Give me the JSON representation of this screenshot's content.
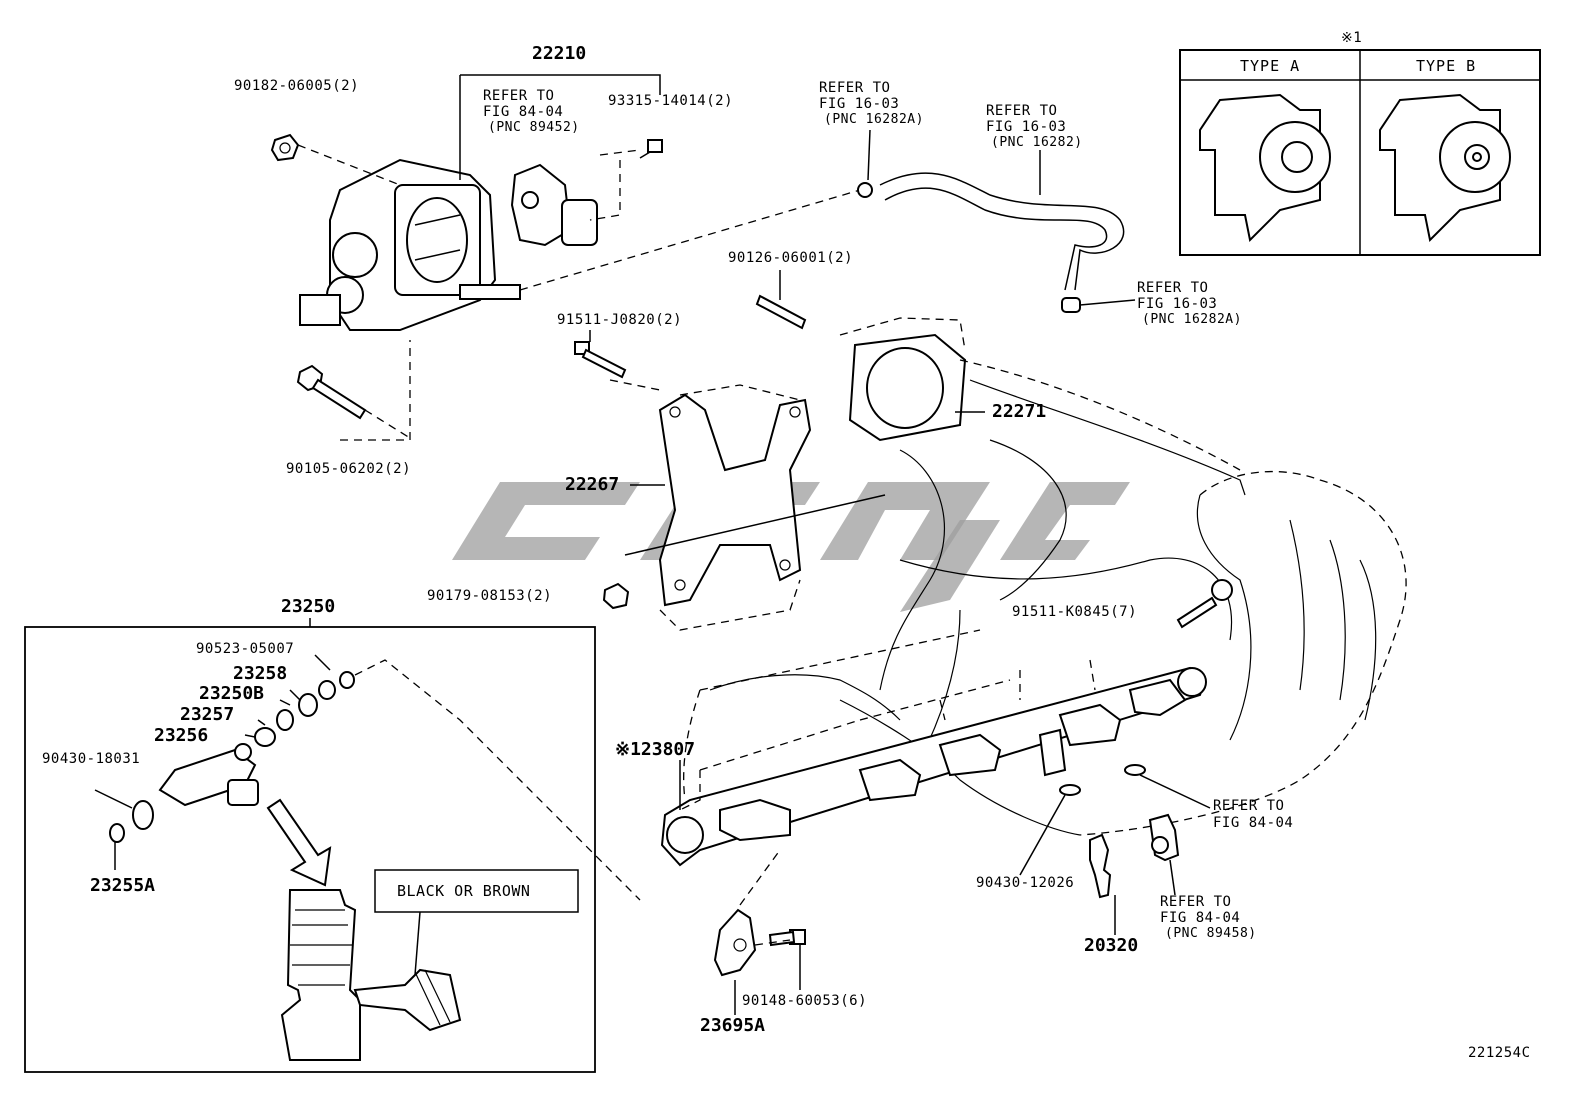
{
  "labels": {
    "p22210": "22210",
    "p90182": "90182-06005(2)",
    "p93315": "93315-14014(2)",
    "ref_84_04_a1": "REFER TO",
    "ref_84_04_a2": "FIG 84-04",
    "ref_84_04_a3": "(PNC 89452)",
    "ref_16_03_a1": "REFER TO",
    "ref_16_03_a2": "FIG 16-03",
    "ref_16_03_a3": "(PNC 16282A)",
    "ref_16_03_b1": "REFER TO",
    "ref_16_03_b2": "FIG 16-03",
    "ref_16_03_b3": "(PNC 16282)",
    "ref_16_03_c1": "REFER TO",
    "ref_16_03_c2": "FIG 16-03",
    "ref_16_03_c3": "(PNC 16282A)",
    "p90126": "90126-06001(2)",
    "p91511j": "91511-J0820(2)",
    "p22271": "22271",
    "p22267": "22267",
    "p90105": "90105-06202(2)",
    "p90179": "90179-08153(2)",
    "p91511k": "91511-K0845(7)",
    "p23250": "23250",
    "p90523": "90523-05007",
    "p23258": "23258",
    "p23250b": "23250B",
    "p23257": "23257",
    "p23256": "23256",
    "p90430_18031": "90430-18031",
    "p23255a": "23255A",
    "black_or_brown": "BLACK OR BROWN",
    "p23807": "※123807",
    "ref_84_04_b1": "REFER TO",
    "ref_84_04_b2": "FIG 84-04",
    "p90430_12026": "90430-12026",
    "p20320": "20320",
    "ref_84_04_c1": "REFER TO",
    "ref_84_04_c2": "FIG 84-04",
    "ref_84_04_c3": "(PNC 89458)",
    "p90148": "90148-60053(6)",
    "p23695a": "23695A",
    "figure_code": "221254C"
  },
  "inset": {
    "note": "※1",
    "type_a": "TYPE A",
    "type_b": "TYPE B"
  }
}
